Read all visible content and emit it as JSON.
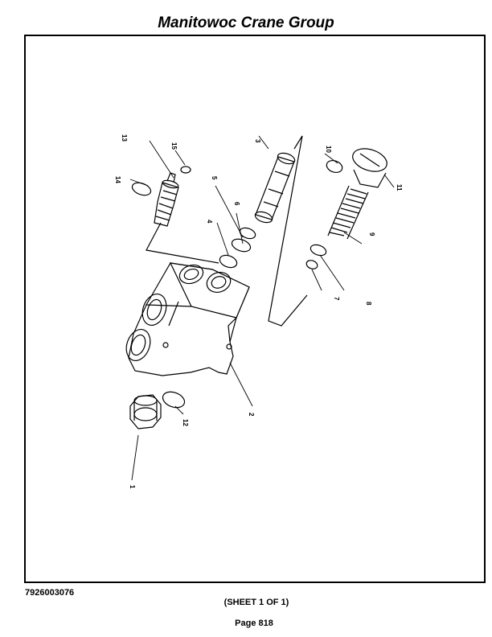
{
  "header": {
    "title": "Manitowoc Crane Group"
  },
  "diagram": {
    "callouts": [
      "1",
      "2",
      "3",
      "5",
      "6",
      "4",
      "7",
      "8",
      "9",
      "10",
      "11",
      "12",
      "13",
      "14",
      "15"
    ]
  },
  "footer": {
    "part_number": "7926003076",
    "sheet": "(SHEET 1 OF 1)",
    "page": "Page 818"
  }
}
